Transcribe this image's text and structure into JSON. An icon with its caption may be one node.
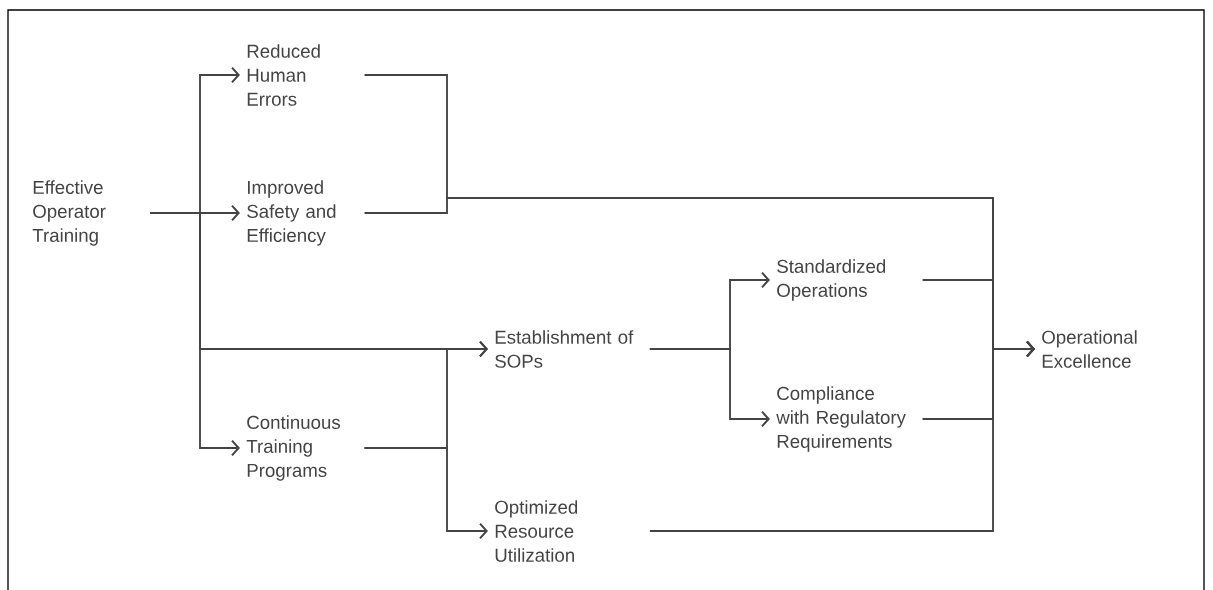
{
  "diagram": {
    "nodes": [
      {
        "text": [
          "Effective Operator Training"
        ]
      },
      {
        "text": [
          "Reduced Human Errors"
        ]
      },
      {
        "text": [
          "Improved Safety and Efficiency"
        ]
      },
      {
        "text": [
          "Continuous Training Programs"
        ]
      },
      {
        "text": [
          "Establishment of SOPs"
        ]
      },
      {
        "text": [
          "Optimized Resource Utilization"
        ]
      },
      {
        "text": [
          "Standardized Operations"
        ]
      },
      {
        "text": [
          "Compliance with Regulatory Requirements"
        ]
      },
      {
        "text": [
          "Operational Excellence"
        ]
      }
    ],
    "edges": [
      {
        "from": 0,
        "to": 1,
        "arrow": "to"
      },
      {
        "from": 0,
        "to": 2,
        "arrow": "to"
      },
      {
        "from": 0,
        "to": 4,
        "arrow": "to"
      },
      {
        "from": 0,
        "to": 3,
        "arrow": "to"
      },
      {
        "from": 1,
        "to": 8,
        "arrow": "to"
      },
      {
        "from": 2,
        "to": 8,
        "arrow": "to"
      },
      {
        "from": 3,
        "to": 4,
        "arrow": "to"
      },
      {
        "from": 3,
        "to": 5,
        "arrow": "to"
      },
      {
        "from": 4,
        "to": 6,
        "arrow": "to"
      },
      {
        "from": 4,
        "to": 7,
        "arrow": "to"
      },
      {
        "from": 6,
        "to": 8,
        "arrow": "to"
      },
      {
        "from": 7,
        "to": 8,
        "arrow": "to"
      },
      {
        "from": 5,
        "to": 8,
        "arrow": "to"
      }
    ]
  }
}
